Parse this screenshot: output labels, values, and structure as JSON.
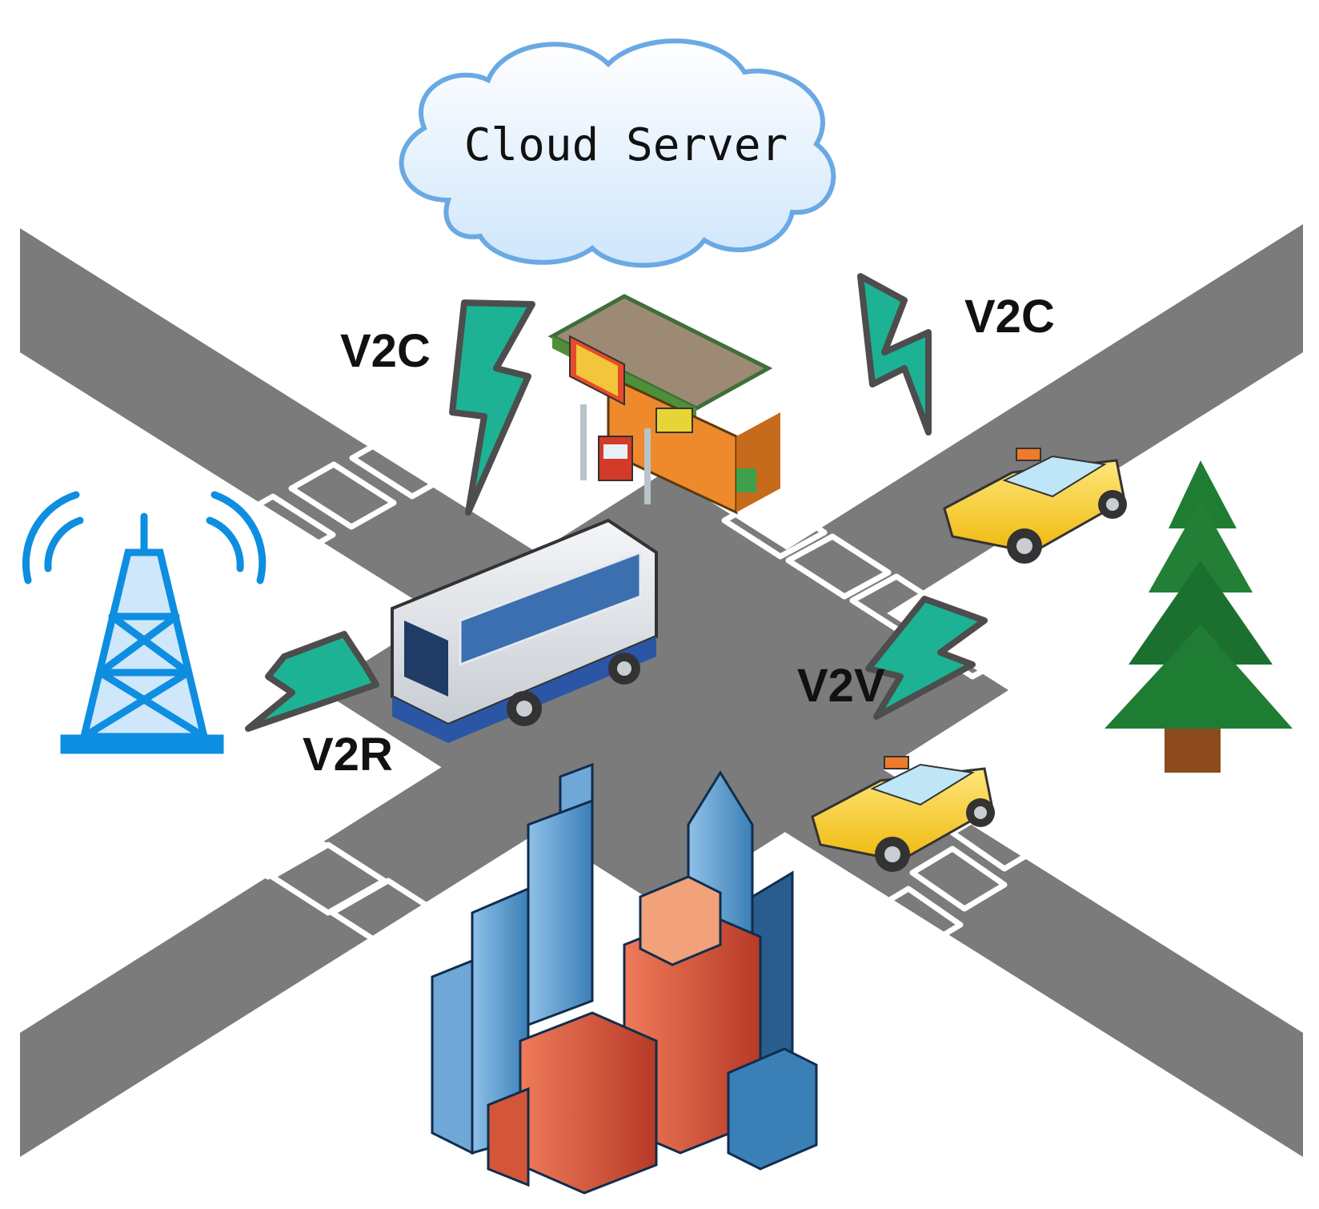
{
  "cloud": {
    "label": "Cloud Server"
  },
  "links": {
    "v2c_left": "V2C",
    "v2c_right": "V2C",
    "v2v": "V2V",
    "v2r": "V2R"
  },
  "colors": {
    "road": "#7b7b7b",
    "lightning_fill": "#1db294",
    "lightning_outline": "#4d4d4d",
    "tower_blue": "#0d8ee0",
    "taxi_yellow": "#f8d22e",
    "tree_green": "#1f7d33",
    "cloud_blue": "#7db6ea"
  },
  "icons": [
    "cloud-server-icon",
    "gas-station-icon",
    "bus-icon",
    "taxi-icon",
    "cell-tower-icon",
    "tree-icon",
    "city-buildings-icon",
    "lightning-icon"
  ]
}
